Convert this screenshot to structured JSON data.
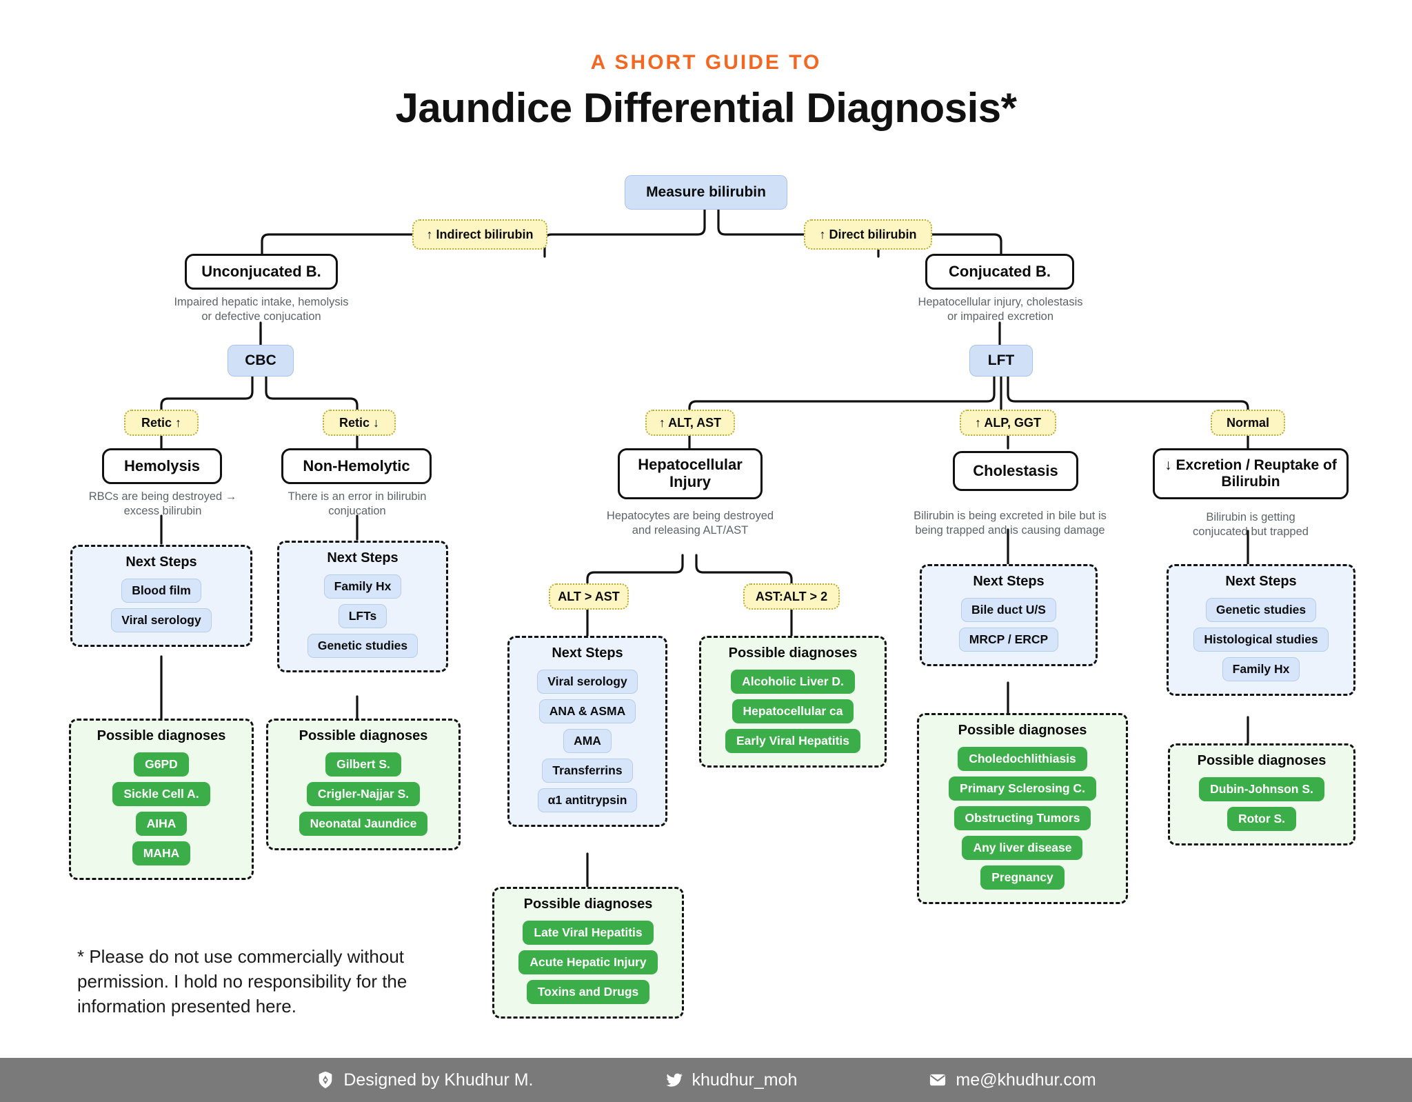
{
  "header": {
    "kicker": "A SHORT GUIDE TO",
    "title": "Jaundice Differential Diagnosis*",
    "kicker_color": "#f26722"
  },
  "chart_data": {
    "type": "diagram",
    "title": "Jaundice Differential Diagnosis*",
    "root": "Measure bilirubin",
    "branches": [
      "Indirect bilirubin / Unconjucated B.",
      "Direct bilirubin / Conjucated B."
    ]
  },
  "nodes": {
    "measure_bilirubin": "Measure bilirubin",
    "indirect_bilirubin": "↑ Indirect bilirubin",
    "direct_bilirubin": "↑ Direct bilirubin",
    "unconjugated": "Unconjucated B.",
    "conjugated": "Conjucated B.",
    "unconjugated_caption": "Impaired hepatic intake, hemolysis\nor defective conjucation",
    "conjugated_caption": "Hepatocellular injury, cholestasis\nor impaired excretion",
    "cbc": "CBC",
    "lft": "LFT",
    "retic_up": "Retic ↑",
    "retic_down": "Retic ↓",
    "hemolysis": "Hemolysis",
    "non_hemolytic": "Non-Hemolytic",
    "hemolysis_caption": "RBCs are being destroyed →\nexcess bilirubin",
    "non_hemolytic_caption": "There is an error in bilirubin\nconjucation",
    "alt_ast_up": "↑ ALT, AST",
    "alp_ggt_up": "↑ ALP, GGT",
    "normal": "Normal",
    "hepatocellular_injury": "Hepatocellular Injury",
    "cholestasis": "Cholestasis",
    "excretion_reuptake": "↓ Excretion / Reuptake of Bilirubin",
    "hepatocellular_caption": "Hepatocytes are being destroyed\nand releasing ALT/AST",
    "cholestasis_caption": "Bilirubin is being excreted in bile but is\nbeing trapped and  is causing damage",
    "excretion_caption": "Bilirubin is getting\nconjucated but trapped",
    "alt_gt_ast": "ALT > AST",
    "ast_alt_gt_2": "AST:ALT > 2"
  },
  "labels": {
    "next_steps": "Next Steps",
    "possible_diagnoses": "Possible diagnoses"
  },
  "panels": {
    "hemolysis_next_steps": [
      "Blood film",
      "Viral serology"
    ],
    "hemolysis_diagnoses": [
      "G6PD",
      "Sickle Cell A.",
      "AIHA",
      "MAHA"
    ],
    "nonhemolytic_next_steps": [
      "Family Hx",
      "LFTs",
      "Genetic studies"
    ],
    "nonhemolytic_diagnoses": [
      "Gilbert S.",
      "Crigler-Najjar S.",
      "Neonatal Jaundice"
    ],
    "altast_next_steps": [
      "Viral serology",
      "ANA & ASMA",
      "AMA",
      "Transferrins",
      "α1 antitrypsin"
    ],
    "altast_diagnoses": [
      "Late Viral Hepatitis",
      "Acute Hepatic Injury",
      "Toxins and Drugs"
    ],
    "astalt_diagnoses": [
      "Alcoholic Liver D.",
      "Hepatocellular ca",
      "Early Viral Hepatitis"
    ],
    "cholestasis_next_steps": [
      "Bile duct U/S",
      "MRCP / ERCP"
    ],
    "cholestasis_diagnoses": [
      "Choledochlithiasis",
      "Primary Sclerosing C.",
      "Obstructing Tumors",
      "Any liver disease",
      "Pregnancy"
    ],
    "excretion_next_steps": [
      "Genetic studies",
      "Histological studies",
      "Family Hx"
    ],
    "excretion_diagnoses": [
      "Dubin-Johnson S.",
      "Rotor S."
    ]
  },
  "disclaimer": "* Please do not use commercially without permission. I hold no responsibility for the information presented here.",
  "footer": {
    "designer": "Designed by Khudhur M.",
    "twitter": "khudhur_moh",
    "email": "me@khudhur.com",
    "background": "#7a7a7a"
  }
}
